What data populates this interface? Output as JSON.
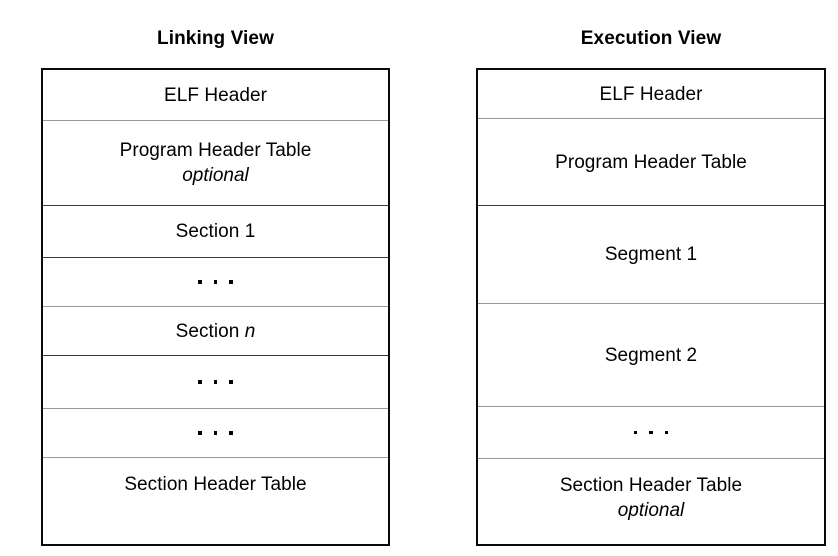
{
  "diagram": {
    "title_linking": "Linking View",
    "title_execution": "Execution View",
    "ellipsis_glyph": ". . ."
  },
  "linking_view": {
    "title": "Linking View",
    "rows": [
      {
        "label": "ELF Header",
        "sub": "",
        "kind": "text"
      },
      {
        "label": "Program Header Table",
        "sub": "optional",
        "kind": "text"
      },
      {
        "label": "Section 1",
        "sub": "",
        "kind": "text"
      },
      {
        "label": ". . .",
        "sub": "",
        "kind": "ellipsis"
      },
      {
        "label": "Section n",
        "sub": "",
        "kind": "text-var",
        "word": "Section",
        "variable": "n"
      },
      {
        "label": ". . .",
        "sub": "",
        "kind": "ellipsis"
      },
      {
        "label": ". . .",
        "sub": "",
        "kind": "ellipsis"
      },
      {
        "label": "Section Header Table",
        "sub": "",
        "kind": "text"
      }
    ]
  },
  "execution_view": {
    "title": "Execution View",
    "rows": [
      {
        "label": "ELF Header",
        "sub": "",
        "kind": "text"
      },
      {
        "label": "Program Header Table",
        "sub": "",
        "kind": "text"
      },
      {
        "label": "Segment 1",
        "sub": "",
        "kind": "text"
      },
      {
        "label": "Segment 2",
        "sub": "",
        "kind": "text"
      },
      {
        "label": ". . .",
        "sub": "",
        "kind": "ellipsis"
      },
      {
        "label": "Section Header Table",
        "sub": "optional",
        "kind": "text"
      }
    ]
  },
  "colors": {
    "background": "#ffffff",
    "text": "#000000",
    "border": "#0a0a0a",
    "divider_dark": "#3b3b3b",
    "divider_light": "#989898"
  }
}
